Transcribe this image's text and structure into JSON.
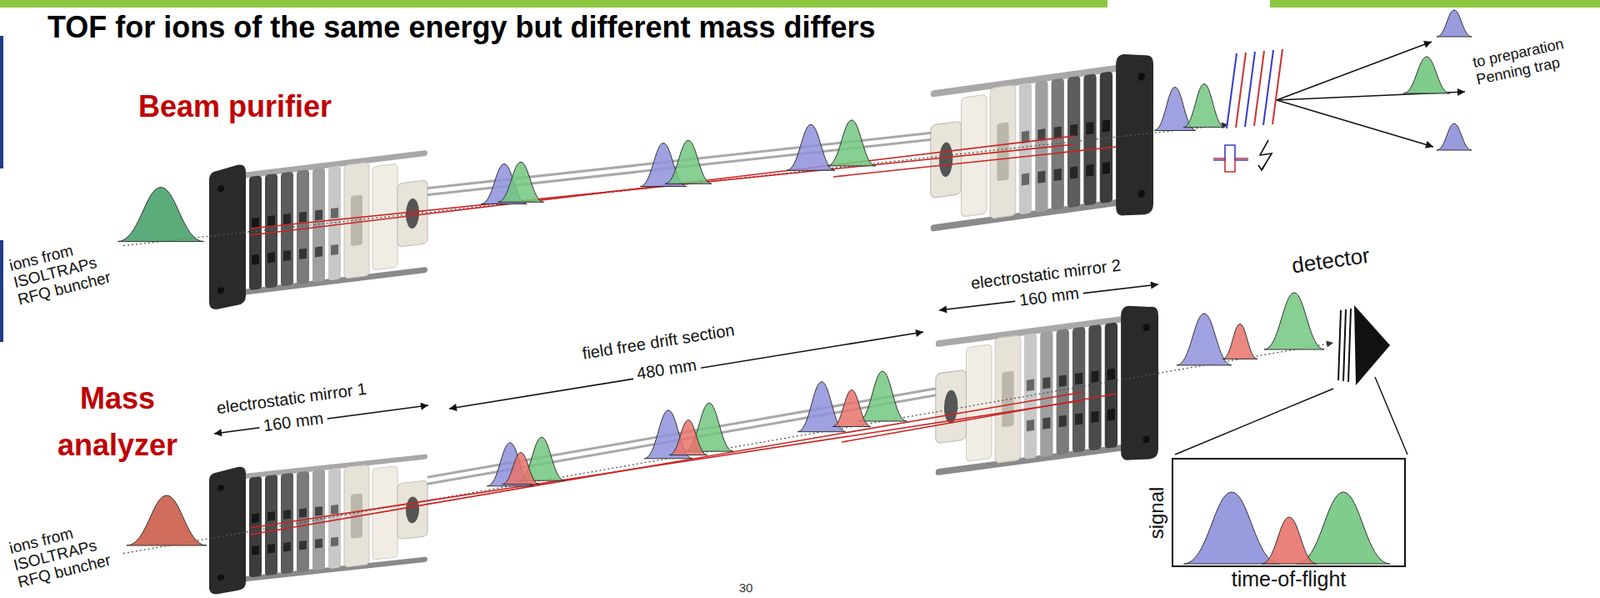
{
  "diagram": {
    "title": "TOF for ions of the same energy but different mass differs",
    "nodes": [
      {
        "text": [
          "signal",
          "time-of-flight"
        ]
      }
    ],
    "labels": [
      "Beam purifier",
      "ions from ISOLTRAPs RFQ buncher",
      "to preparation Penning trap",
      "detector",
      "electrostatic mirror 2",
      "160 mm",
      "field free drift section",
      "480 mm",
      "electrostatic mirror 1",
      "160 mm",
      "Mass analyzer",
      "ions from ISOLTRAPs RFQ buncher",
      "30"
    ]
  }
}
